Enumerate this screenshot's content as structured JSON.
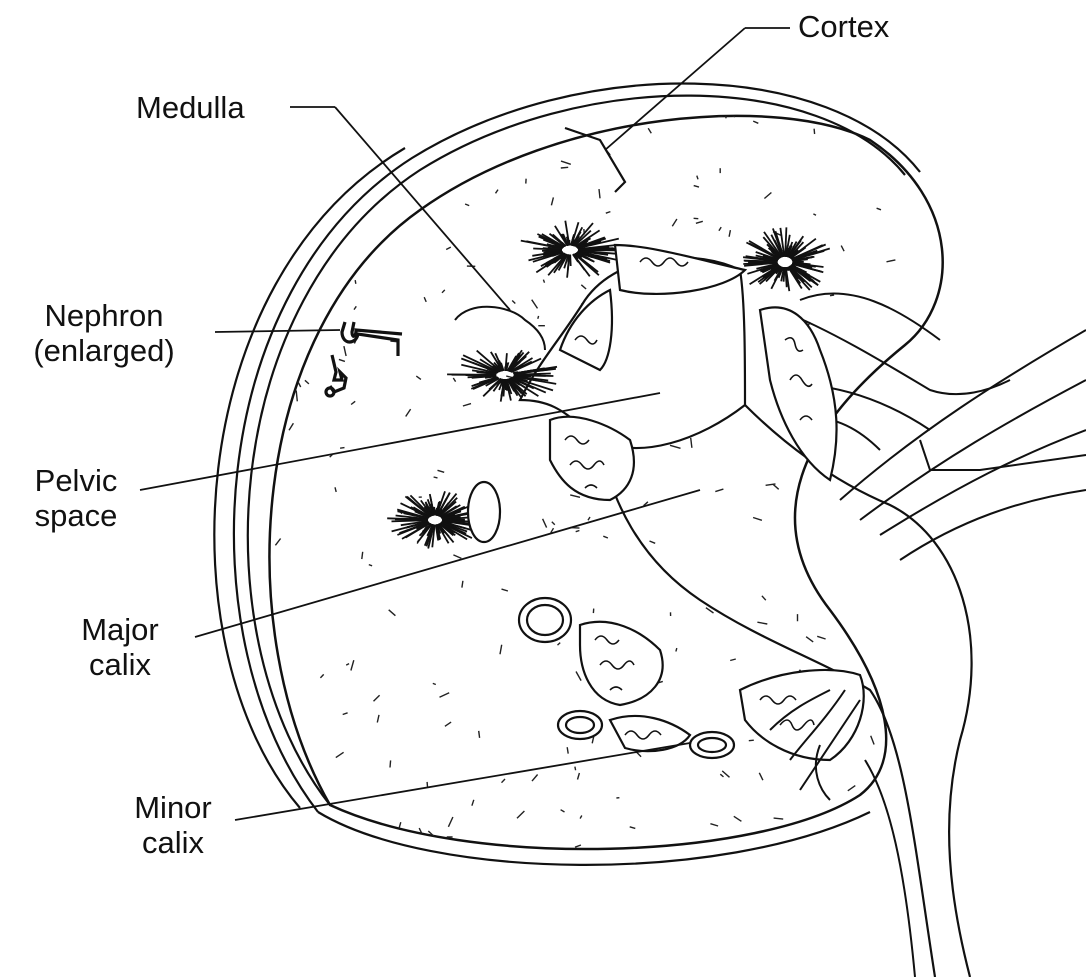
{
  "labels": {
    "cortex": "Cortex",
    "medulla": "Medulla",
    "nephron_line1": "Nephron",
    "nephron_line2": "(enlarged)",
    "pelvic_line1": "Pelvic",
    "pelvic_line2": "space",
    "major_line1": "Major",
    "major_line2": "calix",
    "minor_line1": "Minor",
    "minor_line2": "calix"
  },
  "colors": {
    "ink": "#111111",
    "background": "#ffffff"
  }
}
